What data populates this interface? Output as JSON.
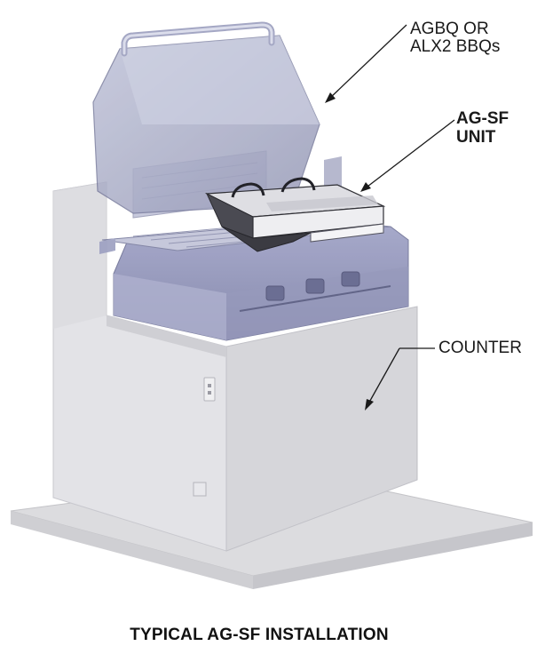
{
  "labels": {
    "bbq_line1": "AGBQ OR",
    "bbq_line2": "ALX2 BBQs",
    "unit_line1": "AG-SF",
    "unit_line2": "UNIT",
    "counter": "COUNTER"
  },
  "caption": "TYPICAL AG-SF INSTALLATION"
}
